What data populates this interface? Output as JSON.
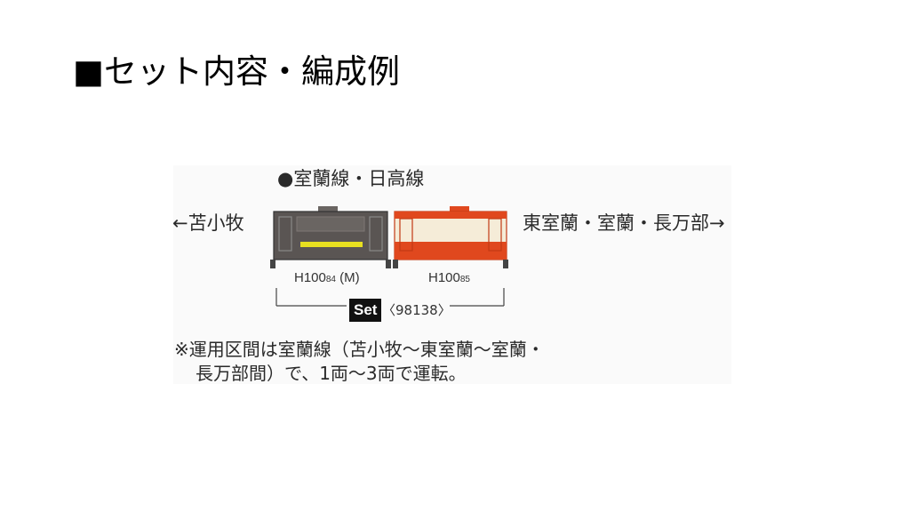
{
  "header": {
    "title": "■セット内容・編成例"
  },
  "diagram": {
    "line_name": "●室蘭線・日高線",
    "direction_left": "←苫小牧",
    "direction_right": "東室蘭・室蘭・長万部→",
    "cars": [
      {
        "name": "H100",
        "number": "84",
        "suffix": " (M)",
        "color_body": "#5a5553",
        "color_stripe": "#e8e020"
      },
      {
        "name": "H100",
        "number": "85",
        "suffix": "",
        "color_body": "#f5ecd8",
        "color_stripe": "#e0481e"
      }
    ],
    "set_badge": "Set",
    "set_code": "〈98138〉",
    "note_line1": "※運用区間は室蘭線（苫小牧～東室蘭～室蘭・",
    "note_line2": "長万部間）で、1両～3両で運転。"
  }
}
